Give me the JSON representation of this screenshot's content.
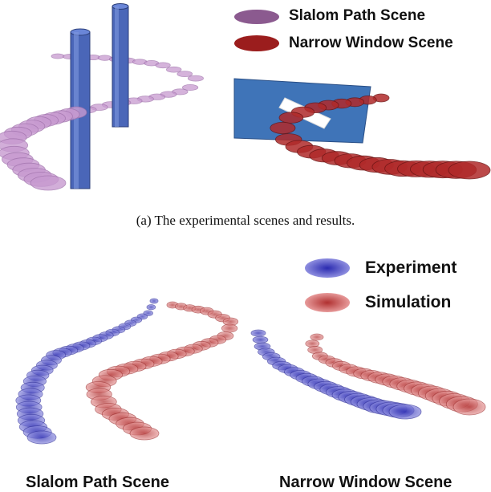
{
  "panel_a": {
    "legend": [
      {
        "label": "Slalom Path Scene",
        "color": "#8b5a8f"
      },
      {
        "label": "Narrow Window Scene",
        "color": "#9b1d1d"
      }
    ],
    "caption": "(a) The experimental scenes and results."
  },
  "panel_b": {
    "legend": [
      {
        "label": "Experiment",
        "color": "#4040c0"
      },
      {
        "label": "Simulation",
        "color": "#c04040"
      }
    ],
    "scene_labels": [
      "Slalom Path Scene",
      "Narrow Window Scene"
    ]
  },
  "colors": {
    "pillar": "#4a66b8",
    "window_board": "#3f74b8",
    "slalom_ellipse": "#c79ad0",
    "narrow_ellipse": "#b02a2a",
    "experiment_ellipse": "#4848c8",
    "simulation_ellipse": "#cc4f4f"
  }
}
